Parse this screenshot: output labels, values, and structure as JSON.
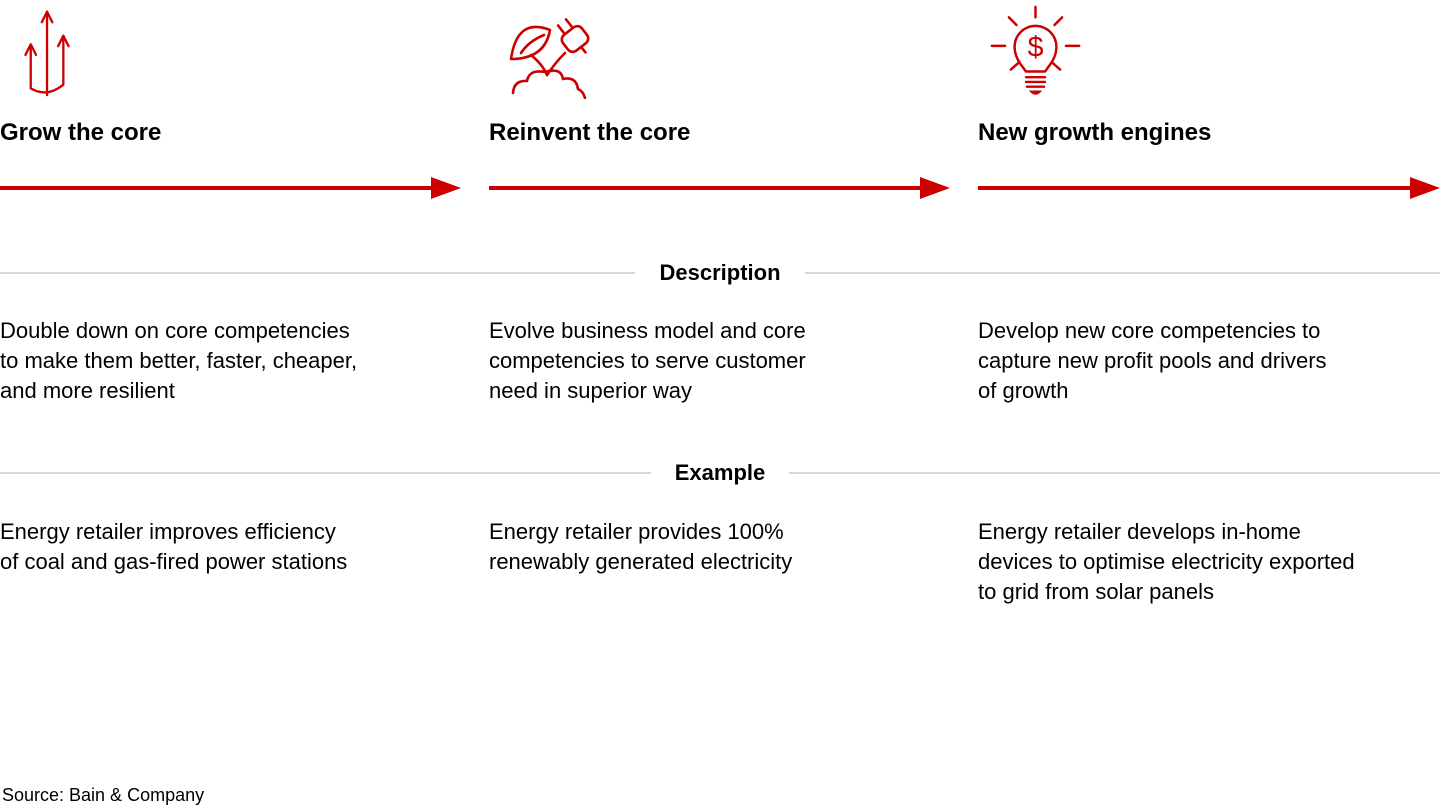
{
  "figure": {
    "colors": {
      "accent_red": "#CC0000",
      "divider_gray": "#D9D9D9",
      "text_black": "#000000"
    },
    "section_labels": {
      "description": "Description",
      "example": "Example"
    },
    "columns": [
      {
        "icon": "growth-arrows-icon",
        "title": "Grow the core",
        "description": "Double down on core competencies\nto make them better, faster, cheaper,\nand more resilient",
        "example": "Energy retailer improves efficiency\nof coal and gas-fired power stations"
      },
      {
        "icon": "sprout-plug-icon",
        "title": "Reinvent the core",
        "description": "Evolve business model and core\ncompetencies to serve customer\nneed in superior way",
        "example": "Energy retailer provides 100%\nrenewably generated electricity"
      },
      {
        "icon": "lightbulb-dollar-icon",
        "title": "New growth engines",
        "description": "Develop new core competencies to\ncapture new profit pools and drivers\nof growth",
        "example": "Energy retailer develops in-home\ndevices to optimise electricity exported\nto grid from solar panels"
      }
    ],
    "source_label": "Source: Bain & Company"
  }
}
